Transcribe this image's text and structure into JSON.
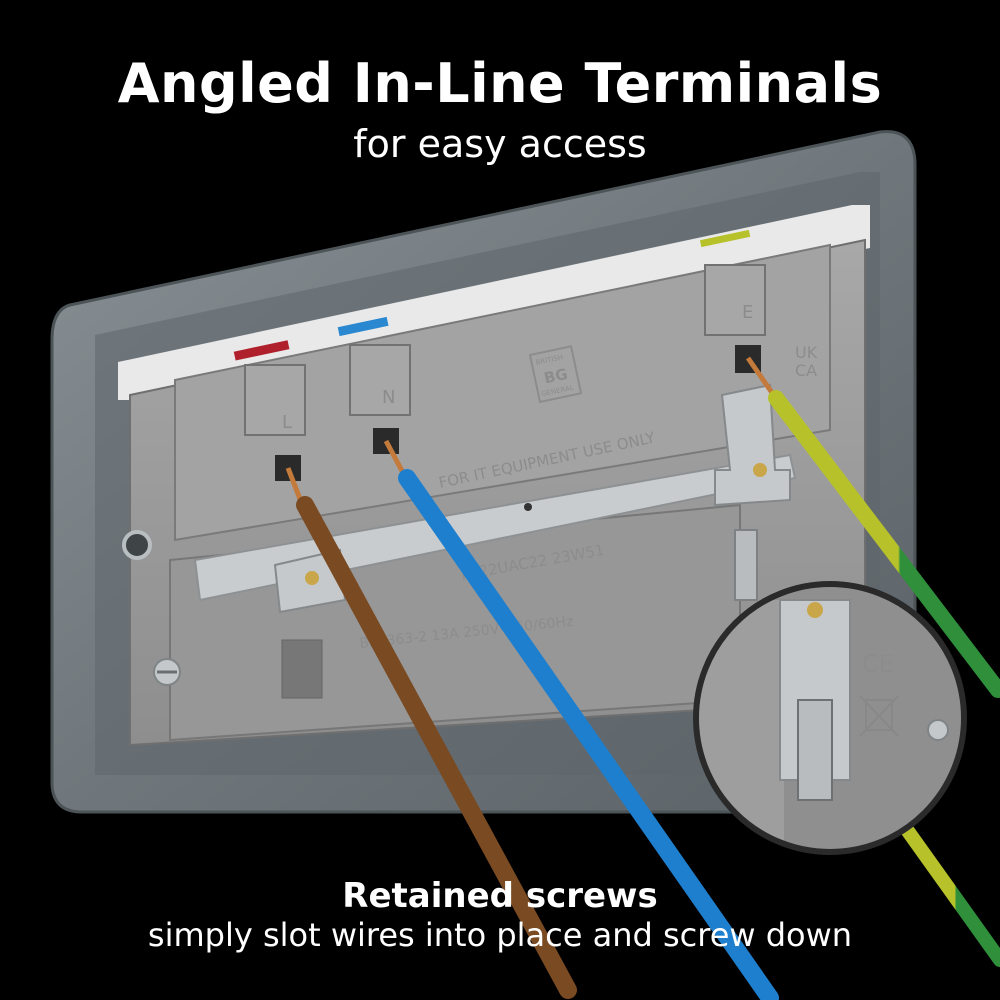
{
  "heading": {
    "title": "Angled In-Line Terminals",
    "subtitle": "for easy access"
  },
  "caption": {
    "title": "Retained screws",
    "body": "simply slot wires into place and screw down"
  },
  "product_markings": {
    "terminal_live": "L",
    "terminal_neutral": "N",
    "terminal_earth": "E",
    "brand_line1": "BRITISH",
    "brand_mark": "BG",
    "brand_line2": "GENERAL",
    "warning": "FOR IT EQUIPMENT USE ONLY",
    "model_code": "FS22UAC22 23W51",
    "rating": "BS1363-2 13A 250V~ 50/60Hz",
    "ukca_line1": "UK",
    "ukca_line2": "CA",
    "ce_mark": "CE"
  },
  "colors": {
    "background": "#000000",
    "live_wire": "#7a4a22",
    "neutral_wire": "#1e7fcf",
    "earth_wire": "#b7c22a",
    "earth_stripe": "#2f8f3a",
    "live_tag": "#b0202c",
    "neutral_tag": "#2a88d0",
    "copper": "#c47a3a",
    "plate": "#737b80",
    "housing": "#9a9a9a"
  }
}
